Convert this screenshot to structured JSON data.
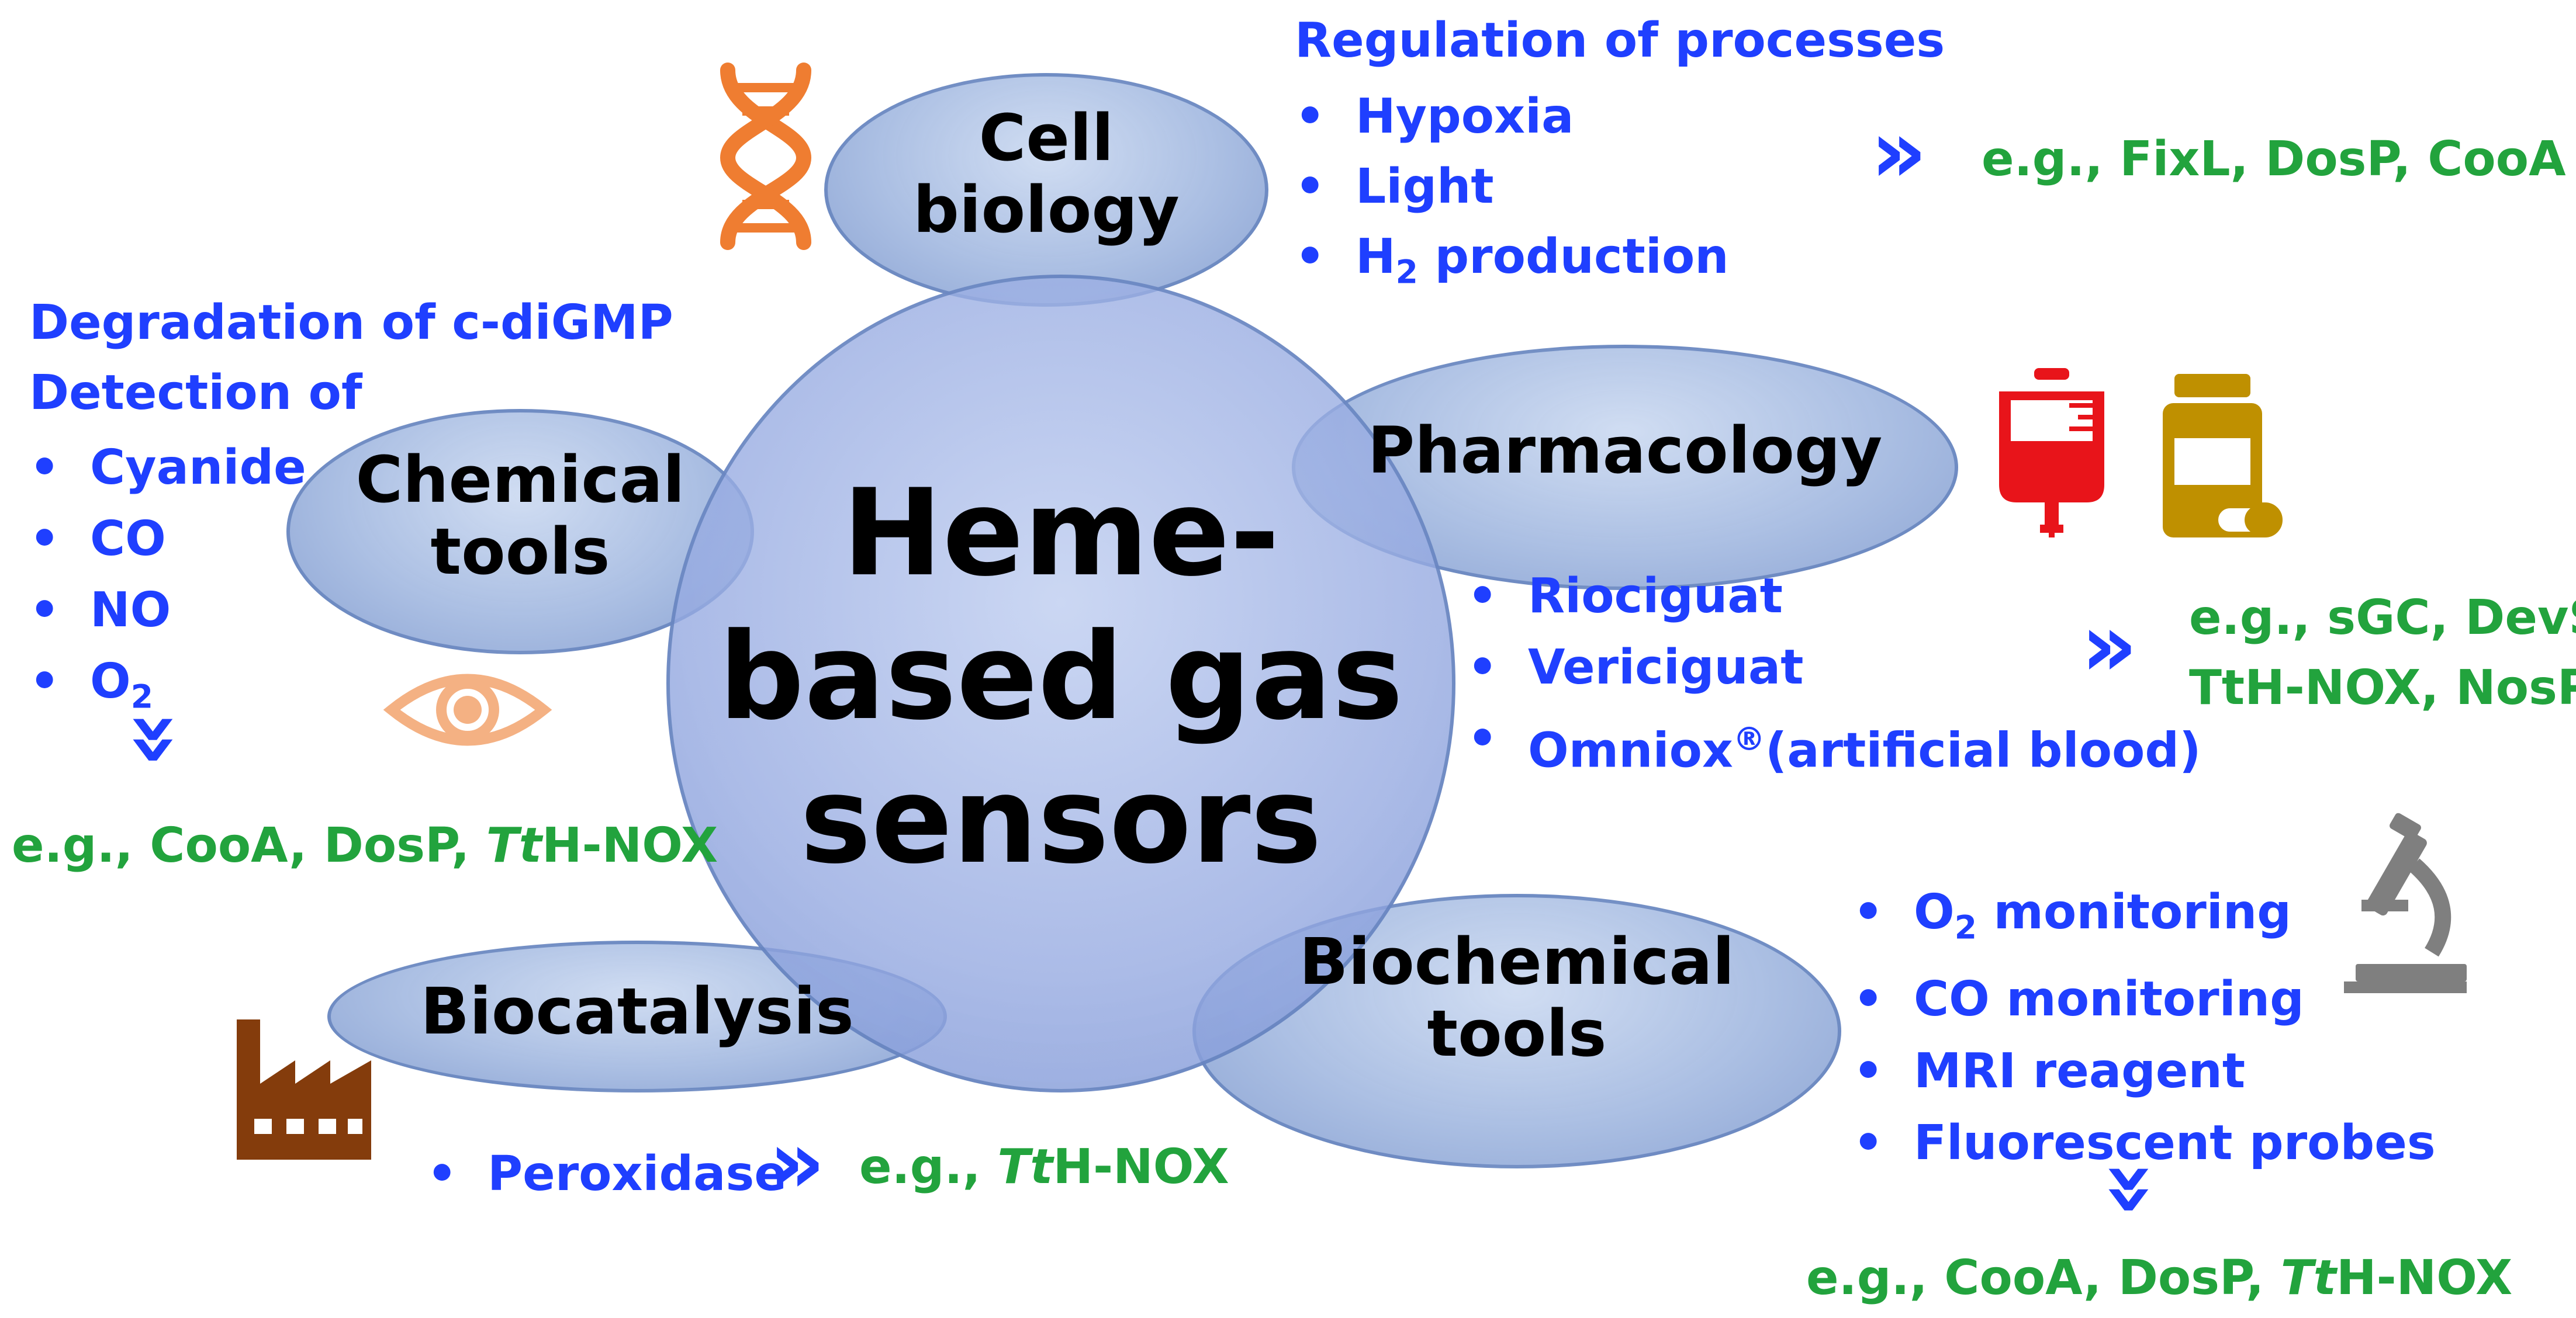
{
  "center": {
    "line1": "Heme-",
    "line2": "based gas",
    "line3": "sensors"
  },
  "nodes": {
    "cell_biology": {
      "line1": "Cell",
      "line2": "biology"
    },
    "chemical_tools": {
      "line1": "Chemical",
      "line2": "tools"
    },
    "pharmacology": {
      "label": "Pharmacology"
    },
    "biochemical_tools": {
      "line1": "Biochemical",
      "line2": "tools"
    },
    "biocatalysis": {
      "label": "Biocatalysis"
    }
  },
  "cell_biology_text": {
    "heading": "Regulation of processes",
    "items": [
      "Hypoxia",
      "Light",
      "H",
      "production"
    ],
    "subscript": "2",
    "examples": "e.g., FixL, DosP, CooA"
  },
  "chemical_tools_text": {
    "heading1": "Degradation of c-diGMP",
    "heading2": "Detection of",
    "items": [
      "Cyanide",
      "CO",
      "NO",
      "O"
    ],
    "subscript": "2",
    "examples_prefix": "e.g., CooA, DosP, ",
    "examples_italic": "Tt",
    "examples_suffix": "H-NOX"
  },
  "pharmacology_text": {
    "items": [
      "Riociguat",
      "Vericiguat",
      "Omniox",
      "(artificial blood)"
    ],
    "registered": "®",
    "examples_line1": "e.g., sGC, DevS,",
    "examples_line2": "TtH-NOX, NosP"
  },
  "biochemical_tools_text": {
    "items": [
      "O",
      " monitoring",
      "CO monitoring",
      "MRI reagent",
      "Fluorescent probes"
    ],
    "subscript": "2",
    "examples_prefix": "e.g., CooA, DosP, ",
    "examples_italic": "Tt",
    "examples_suffix": "H-NOX"
  },
  "biocatalysis_text": {
    "item": "Peroxidase",
    "examples_prefix": "e.g., ",
    "examples_italic": "Tt",
    "examples_suffix": "H-NOX"
  },
  "arrow_glyph": "»",
  "icons": [
    "dna-icon",
    "eye-icon",
    "blood-bag-icon",
    "pill-bottle-icon",
    "factory-icon",
    "microscope-icon"
  ],
  "colors": {
    "blue_text": "#1f3fff",
    "green_text": "#22a33d",
    "dna": "#ef7d31",
    "eye": "#f4b183",
    "blood_bag": "#e8141a",
    "pill_bottle": "#bf9000",
    "factory": "#843c0c",
    "microscope": "#7f7f7f"
  }
}
